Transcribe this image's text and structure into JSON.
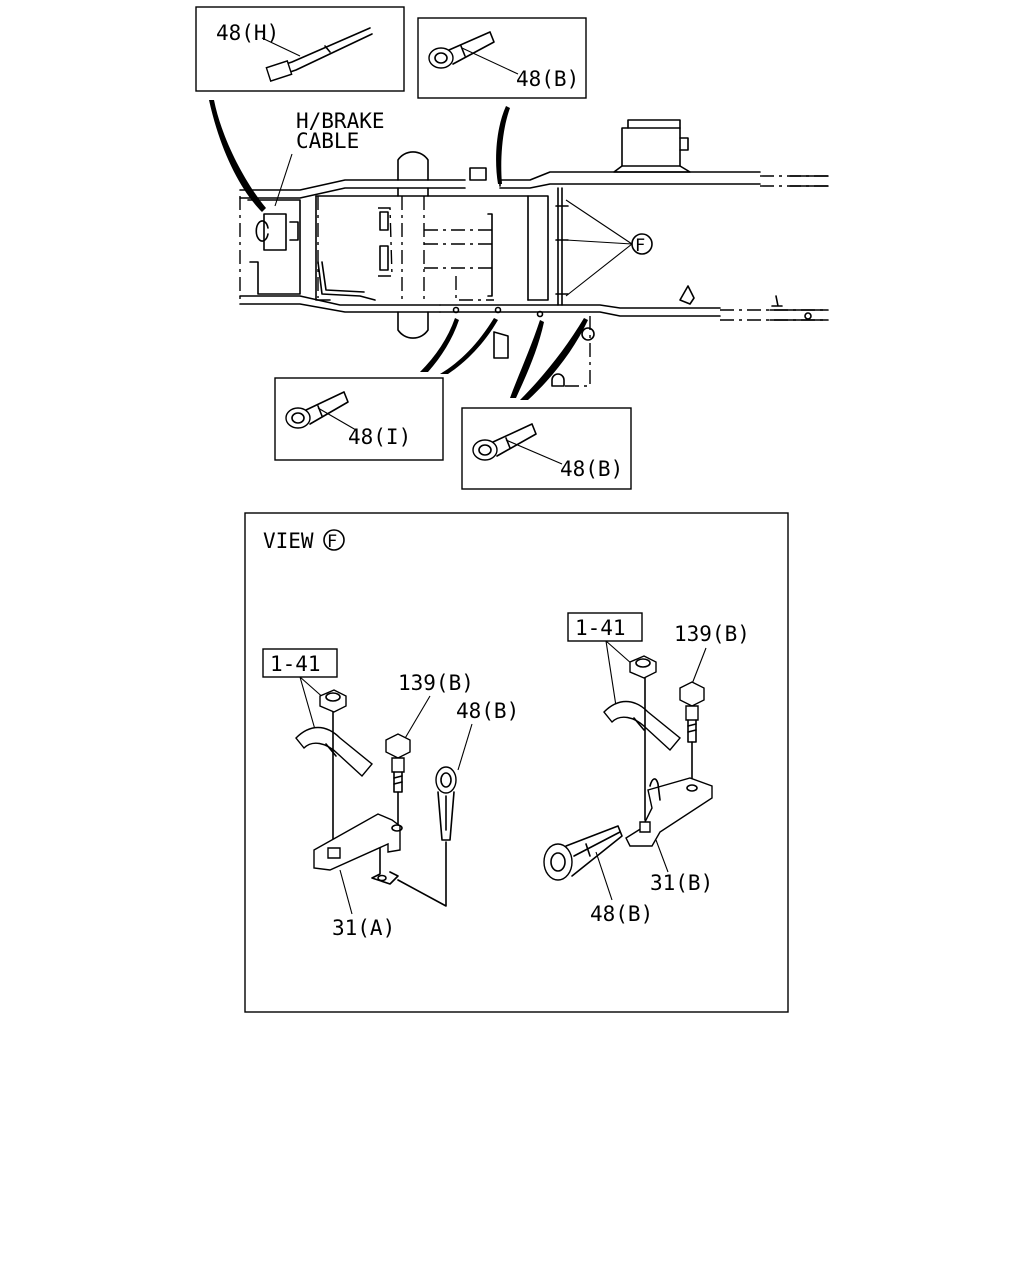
{
  "labels": {
    "clip_h": "48(H)",
    "clip_b_top": "48(B)",
    "hbrake_line1": "H/BRAKE",
    "hbrake_line2": "CABLE",
    "view_marker": "F",
    "clip_i": "48(I)",
    "clip_b_bottom": "48(B)"
  },
  "view": {
    "title": "VIEW",
    "marker": "F",
    "left": {
      "ref": "1-41",
      "bolt": "139(B)",
      "clip": "48(B)",
      "bracket": "31(A)"
    },
    "right": {
      "ref": "1-41",
      "bolt": "139(B)",
      "clip": "48(B)",
      "bracket": "31(B)"
    }
  }
}
